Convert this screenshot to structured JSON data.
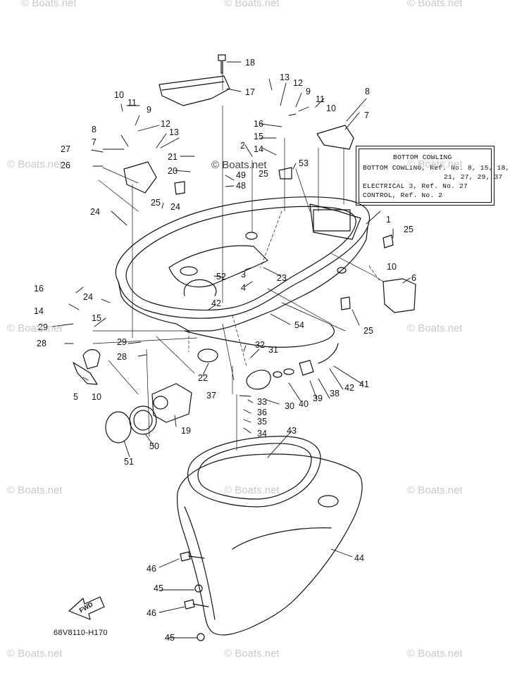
{
  "watermark_text": "© Boats.net",
  "reference_box": {
    "title": "BOTTOM COWLING",
    "lines": [
      "BOTTOM COWLING, Ref. No. 8, 15, 18,",
      "21, 27, 29, 37",
      "ELECTRICAL 3, Ref. No. 27",
      "CONTROL, Ref. No. 2"
    ]
  },
  "diagram_code": "68V8110-H170",
  "fwd_label": "FWD",
  "callouts": [
    "1",
    "2",
    "3",
    "4",
    "5",
    "6",
    "7",
    "8",
    "9",
    "10",
    "11",
    "12",
    "13",
    "14",
    "15",
    "16",
    "17",
    "18",
    "19",
    "20",
    "21",
    "22",
    "23",
    "24",
    "25",
    "26",
    "27",
    "28",
    "29",
    "30",
    "31",
    "32",
    "33",
    "34",
    "35",
    "36",
    "37",
    "38",
    "39",
    "40",
    "41",
    "42",
    "43",
    "44",
    "45",
    "46",
    "48",
    "49",
    "50",
    "51",
    "52",
    "53",
    "54"
  ],
  "colors": {
    "line": "#111111",
    "watermark": "#c9c9c9",
    "background": "#ffffff"
  }
}
